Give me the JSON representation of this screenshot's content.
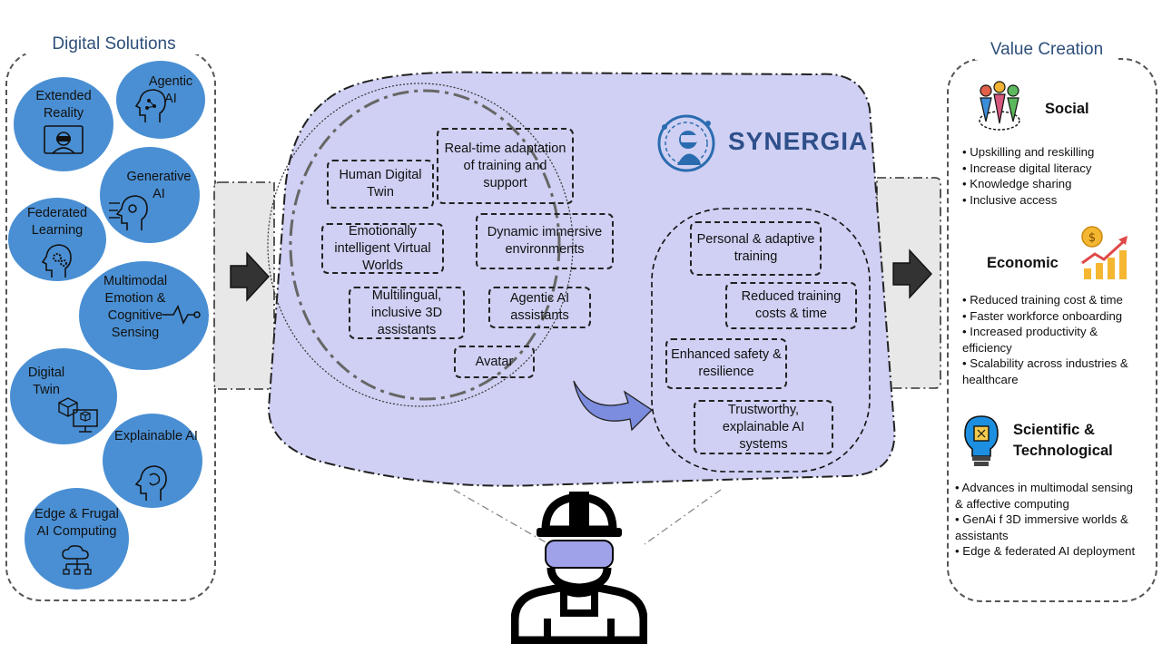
{
  "digital_solutions": {
    "title": "Digital Solutions",
    "items": [
      {
        "label": "Extended Reality",
        "icon": "vr-headset-user-icon"
      },
      {
        "label": "Agentic AI",
        "icon": "ai-head-profile-icon"
      },
      {
        "label": "Generative AI",
        "icon": "ai-robot-head-icon"
      },
      {
        "label": "Federated Learning",
        "icon": "head-gears-icon"
      },
      {
        "label": "Multimodal Emotion & Cognitive Sensing",
        "icon": "signal-wave-icon"
      },
      {
        "label": "Digital Twin",
        "icon": "cubes-monitor-icon"
      },
      {
        "label": "Explainable AI",
        "icon": "ai-head-icon"
      },
      {
        "label": "Edge & Frugal AI Computing",
        "icon": "cloud-network-icon"
      }
    ]
  },
  "synergia": {
    "logo_text": "SYNERGIA",
    "inner_features": [
      "Human Digital Twin",
      "Real-time adaptation of training and support",
      "Emotionally intelligent Virtual Worlds",
      "Dynamic immersive environments",
      "Multilingual, inclusive 3D assistants",
      "Agentic AI assistants",
      "Avatar"
    ],
    "outcomes": [
      "Personal & adaptive training",
      "Reduced training costs & time",
      "Enhanced safety & resilience",
      "Trustworthy, explainable AI systems"
    ]
  },
  "value_creation": {
    "title": "Value Creation",
    "social": {
      "heading": "Social",
      "icon": "people-group-icon",
      "bullets": [
        "• Upskilling and reskilling",
        "• Increase digital literacy",
        "• Knowledge sharing",
        "• Inclusive access"
      ]
    },
    "economic": {
      "heading": "Economic",
      "icon": "growth-chart-coin-icon",
      "bullets": [
        "• Reduced training cost & time",
        "• Faster workforce onboarding",
        "• Increased productivity &",
        "efficiency",
        "• Scalability across industries &",
        "healthcare"
      ]
    },
    "scientific": {
      "heading_line1": "Scientific &",
      "heading_line2": "Technological",
      "icon": "lightbulb-chip-icon",
      "bullets": [
        "• Advances in multimodal sensing",
        "& affective computing",
        "• GenAi f 3D immersive worlds &",
        "assistants",
        "• Edge & federated AI deployment"
      ]
    }
  },
  "colors": {
    "circle_blue": "#4a8fd3",
    "blob_lavender": "#cfd0f3",
    "title_blue": "#2e4f7a",
    "arrow_panel_gray": "#e8e8e8"
  }
}
